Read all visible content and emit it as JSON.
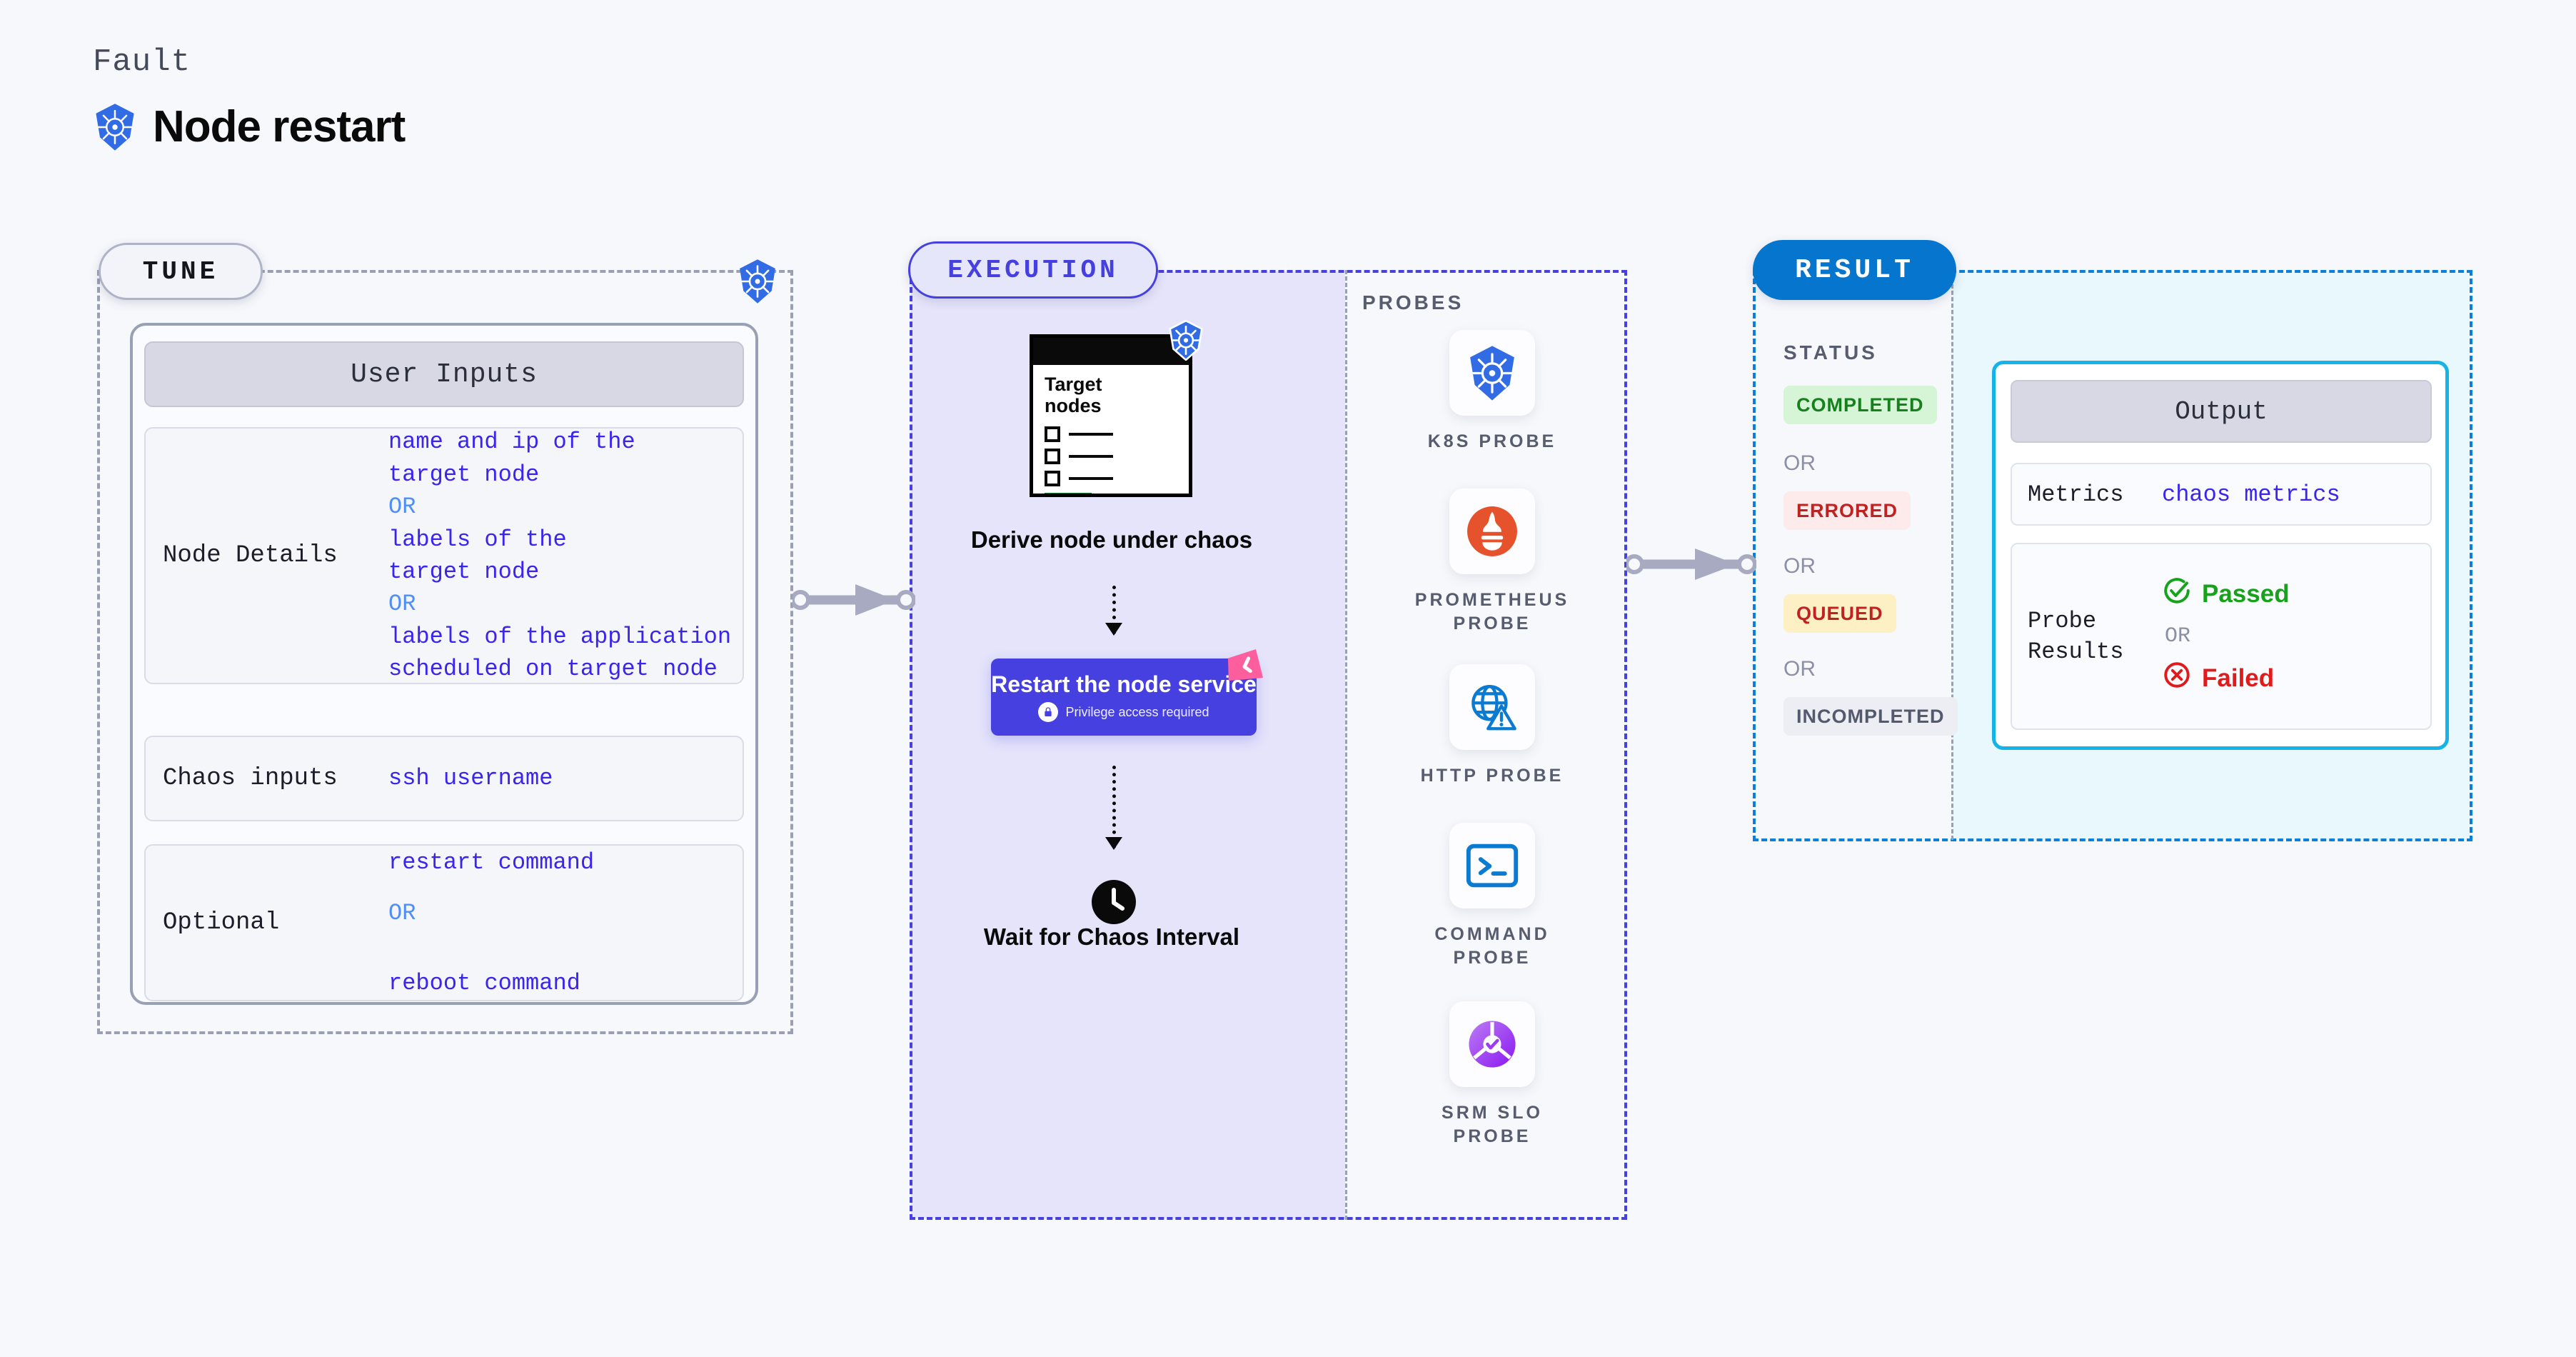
{
  "header": {
    "eyebrow": "Fault",
    "title": "Node restart",
    "icon": "kubernetes-icon"
  },
  "stages": {
    "tune": {
      "pill_label": "TUNE"
    },
    "execution": {
      "pill_label": "EXECUTION"
    },
    "result": {
      "pill_label": "RESULT"
    }
  },
  "tune": {
    "card_title": "User Inputs",
    "rows": [
      {
        "label": "Node Details",
        "lines": [
          {
            "text": "name and ip of the",
            "kind": "value"
          },
          {
            "text": "target node",
            "kind": "value"
          },
          {
            "text": "OR",
            "kind": "or"
          },
          {
            "text": "labels of the",
            "kind": "value"
          },
          {
            "text": "target node",
            "kind": "value"
          },
          {
            "text": "OR",
            "kind": "or"
          },
          {
            "text": "labels of the application",
            "kind": "value"
          },
          {
            "text": " scheduled on target node",
            "kind": "value"
          }
        ]
      },
      {
        "label": "Chaos inputs",
        "lines": [
          {
            "text": "ssh username",
            "kind": "value"
          }
        ]
      },
      {
        "label": "Optional",
        "lines": [
          {
            "text": "restart command",
            "kind": "value"
          },
          {
            "text": "OR",
            "kind": "or"
          },
          {
            "text": "reboot command",
            "kind": "value"
          }
        ]
      }
    ]
  },
  "execution": {
    "target_card": {
      "title_line1": "Target",
      "title_line2": "nodes",
      "icon": "kubernetes-icon"
    },
    "steps": [
      {
        "caption": "Derive node under chaos"
      },
      {
        "block_title": "Restart the node service",
        "privilege_note": "Privilege access required",
        "privilege_icon": "lock-icon",
        "flag_icon": "pink-flag-icon"
      },
      {
        "caption": "Wait for Chaos Interval",
        "icon": "clock-icon"
      }
    ],
    "probes": {
      "label": "PROBES",
      "items": [
        {
          "name": "K8S PROBE",
          "icon": "kubernetes-icon"
        },
        {
          "name": "PROMETHEUS PROBE",
          "icon": "prometheus-icon"
        },
        {
          "name": "HTTP PROBE",
          "icon": "globe-warning-icon"
        },
        {
          "name": "COMMAND PROBE",
          "icon": "terminal-icon"
        },
        {
          "name": "SRM SLO PROBE",
          "icon": "srm-slo-icon"
        }
      ]
    }
  },
  "result": {
    "status_label": "STATUS",
    "or_label": "OR",
    "statuses": [
      {
        "label": "COMPLETED",
        "bg": "#d6f5d6",
        "fg": "#16801d"
      },
      {
        "label": "ERRORED",
        "bg": "#fdeaea",
        "fg": "#c02222"
      },
      {
        "label": "QUEUED",
        "bg": "#fdf0c4",
        "fg": "#c02222"
      },
      {
        "label": "INCOMPLETED",
        "bg": "#eceef4",
        "fg": "#545a6e"
      }
    ],
    "output": {
      "card_title": "Output",
      "metrics_label": "Metrics",
      "metrics_value": "chaos metrics",
      "probe_label_line1": "Probe",
      "probe_label_line2": "Results",
      "passed_label": "Passed",
      "failed_label": "Failed",
      "or_label": "OR",
      "passed_icon": "check-circle-icon",
      "failed_icon": "x-circle-icon"
    }
  },
  "colors": {
    "accent_tune": "#9aa0b4",
    "accent_execution": "#4640e0",
    "accent_result": "#0c7fd8",
    "output_border": "#16b3e8",
    "value_text": "#3a24ee",
    "or_text": "#4f8ef7"
  }
}
